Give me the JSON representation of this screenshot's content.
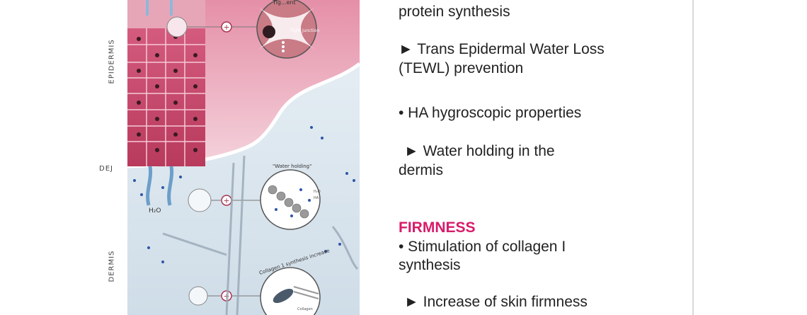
{
  "figure": {
    "layers": {
      "epidermis": "EPIDERMIS",
      "dej": "DEJ",
      "dermis": "DERMIS"
    },
    "callouts": {
      "tight_title": "Tig...ent",
      "tight_junction": "Tight junction",
      "water_holding": "\"Water holding\"",
      "h2o_small": "H₂O",
      "ha_small": "HA",
      "h2o": "H₂O",
      "collagen_title": "Collagen 1 synthesis increase",
      "collagen": "Collagen"
    }
  },
  "bullets": {
    "line1": "protein synthesis",
    "line2a": "► Trans Epidermal Water Loss",
    "line2b": "(TEWL) prevention",
    "line3": "• HA hygroscopic properties",
    "line4a": "► Water holding in the",
    "line4b": "dermis",
    "firmness": "FIRMNESS",
    "line5a": "• Stimulation of collagen I",
    "line5b": "synthesis",
    "line6": "► Increase of skin firmness"
  },
  "colors": {
    "accent_pink": "#d81b6a",
    "epidermis": "#e6a6b6",
    "dermis": "#dbe7f0"
  }
}
